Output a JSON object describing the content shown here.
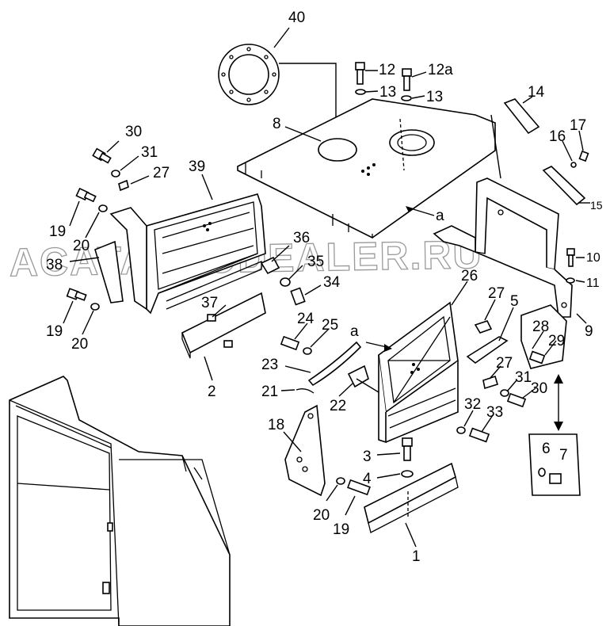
{
  "watermark": "ACATAUTODEALER.RU",
  "callouts": [
    {
      "id": "c40",
      "text": "40"
    },
    {
      "id": "c12",
      "text": "12"
    },
    {
      "id": "c12a",
      "text": "12a"
    },
    {
      "id": "c13a",
      "text": "13"
    },
    {
      "id": "c13b",
      "text": "13"
    },
    {
      "id": "c14",
      "text": "14"
    },
    {
      "id": "c8",
      "text": "8"
    },
    {
      "id": "c16",
      "text": "16"
    },
    {
      "id": "c17",
      "text": "17"
    },
    {
      "id": "c15",
      "text": "15"
    },
    {
      "id": "c30a",
      "text": "30"
    },
    {
      "id": "c31a",
      "text": "31"
    },
    {
      "id": "c27a",
      "text": "27"
    },
    {
      "id": "c39",
      "text": "39"
    },
    {
      "id": "c19a",
      "text": "19"
    },
    {
      "id": "c20a",
      "text": "20"
    },
    {
      "id": "c38",
      "text": "38"
    },
    {
      "id": "c36",
      "text": "36"
    },
    {
      "id": "c35",
      "text": "35"
    },
    {
      "id": "c34",
      "text": "34"
    },
    {
      "id": "c37",
      "text": "37"
    },
    {
      "id": "c19b",
      "text": "19"
    },
    {
      "id": "c20b",
      "text": "20"
    },
    {
      "id": "c2",
      "text": "2"
    },
    {
      "id": "c10",
      "text": "10"
    },
    {
      "id": "c11",
      "text": "11"
    },
    {
      "id": "c9",
      "text": "9"
    },
    {
      "id": "c26",
      "text": "26"
    },
    {
      "id": "c27b",
      "text": "27"
    },
    {
      "id": "c5",
      "text": "5"
    },
    {
      "id": "c28",
      "text": "28"
    },
    {
      "id": "c29",
      "text": "29"
    },
    {
      "id": "c24",
      "text": "24"
    },
    {
      "id": "c25",
      "text": "25"
    },
    {
      "id": "ca1",
      "text": "a"
    },
    {
      "id": "ca2",
      "text": "a"
    },
    {
      "id": "c23",
      "text": "23"
    },
    {
      "id": "c21",
      "text": "21"
    },
    {
      "id": "c22",
      "text": "22"
    },
    {
      "id": "c27c",
      "text": "27"
    },
    {
      "id": "c31b",
      "text": "31"
    },
    {
      "id": "c30b",
      "text": "30"
    },
    {
      "id": "c32",
      "text": "32"
    },
    {
      "id": "c33",
      "text": "33"
    },
    {
      "id": "c18",
      "text": "18"
    },
    {
      "id": "c3",
      "text": "3"
    },
    {
      "id": "c4",
      "text": "4"
    },
    {
      "id": "c6",
      "text": "6"
    },
    {
      "id": "c7",
      "text": "7"
    },
    {
      "id": "c20c",
      "text": "20"
    },
    {
      "id": "c19c",
      "text": "19"
    },
    {
      "id": "c1",
      "text": "1"
    }
  ]
}
